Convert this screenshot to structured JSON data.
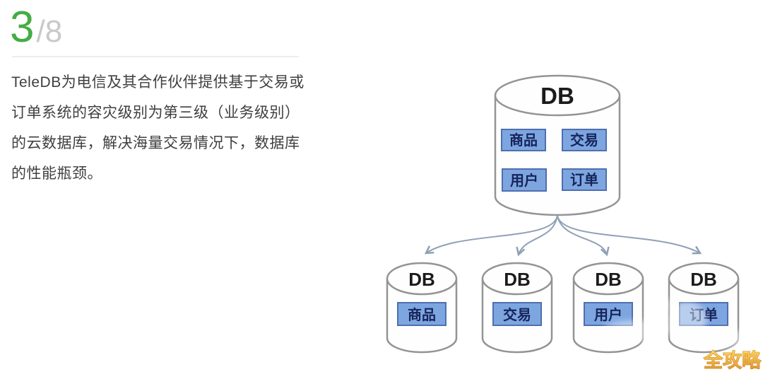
{
  "step": {
    "current": "3",
    "total": "/8"
  },
  "intro": {
    "lines": [
      "TeleDB为电信及其合作伙伴提供基于交易或",
      "订单系统的容灾级别为第三级（业务级别）",
      "的云数据库，解决海量交易情况下，数据库",
      "的性能瓶颈。"
    ]
  },
  "diagram": {
    "main_db": {
      "label": "DB",
      "modules": [
        "商品",
        "交易",
        "用户",
        "订单"
      ]
    },
    "shards": [
      {
        "label": "DB",
        "module": "商品"
      },
      {
        "label": "DB",
        "module": "交易"
      },
      {
        "label": "DB",
        "module": "用户"
      },
      {
        "label": "DB",
        "module": "订单"
      }
    ]
  },
  "watermark": {
    "text": "全攻略"
  },
  "colors": {
    "step_green": "#44ad44",
    "step_gray": "#c9c9c9",
    "text_dark": "#3f3f3f",
    "module_box_fill": "#7da6e0",
    "module_box_border": "#4f6fae",
    "module_box_text": "#16245a",
    "cylinder_stroke": "#949494",
    "arrow": "#8fa0b6",
    "watermark_gold": "#e8a93c"
  }
}
